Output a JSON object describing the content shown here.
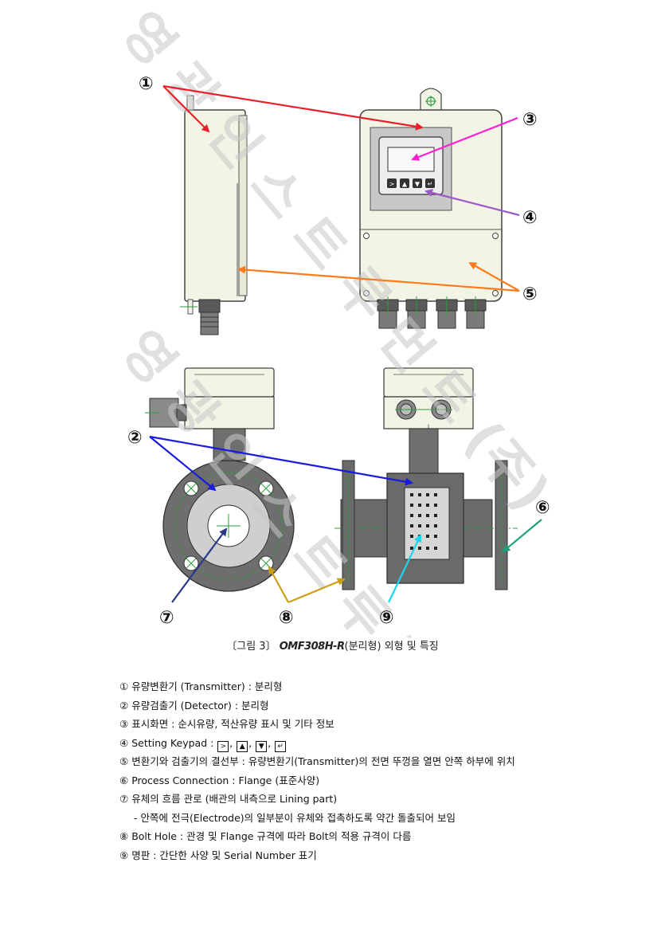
{
  "figure": {
    "callouts": [
      "①",
      "②",
      "③",
      "④",
      "⑤",
      "⑥",
      "⑦",
      "⑧",
      "⑨"
    ],
    "keypad_symbols": [
      ">",
      "▲",
      "▼",
      "↵"
    ],
    "ground_symbol": "⏚"
  },
  "caption": {
    "prefix": "〔그림 3〕",
    "model": "OMF308H-R",
    "suffix": "(분리형) 외형 및 특징"
  },
  "legend": {
    "items": [
      {
        "num": "①",
        "text": "유량변환기 (Transmitter) : 분리형"
      },
      {
        "num": "②",
        "text": "유량검출기 (Detector) : 분리형"
      },
      {
        "num": "③",
        "text": "표시화면 : 순시유량, 적산유량 표시 및 기타 정보"
      },
      {
        "num": "④",
        "text": "Setting Keypad :"
      },
      {
        "num": "⑤",
        "text": "변환기와 검출기의 결선부 : 유량변환기(Transmitter)의 전면 뚜껑을 열면 안쪽 하부에 위치"
      },
      {
        "num": "⑥",
        "text": "Process Connection : Flange (표준사양)"
      },
      {
        "num": "⑦",
        "text": "유체의 흐름 관로 (배관의 내측으로 Lining part)"
      },
      {
        "num": "⑧",
        "text": "Bolt Hole : 관경 및 Flange 규격에 따라 Bolt의 적용 규격이 다름"
      },
      {
        "num": "⑨",
        "text": "명판 : 간단한 사양 및 Serial Number 표기"
      }
    ],
    "item7_sub": "- 안쪽에 전극(Electrode)의 일부분이 유체와 접촉하도록 약간 돌출되어 보임",
    "keys": [
      ">",
      "▲",
      "▼",
      "↵"
    ]
  },
  "colors": {
    "red": "#e8202a",
    "magenta": "#ff1fd6",
    "purple": "#9b59c9",
    "orange": "#ff7a1a",
    "blue": "#1a1ae0",
    "teal": "#1f9e7a",
    "navy": "#2a3a8a",
    "gold": "#c9a016",
    "cyan": "#19d6f0",
    "watermark": "#c8c8c8"
  }
}
